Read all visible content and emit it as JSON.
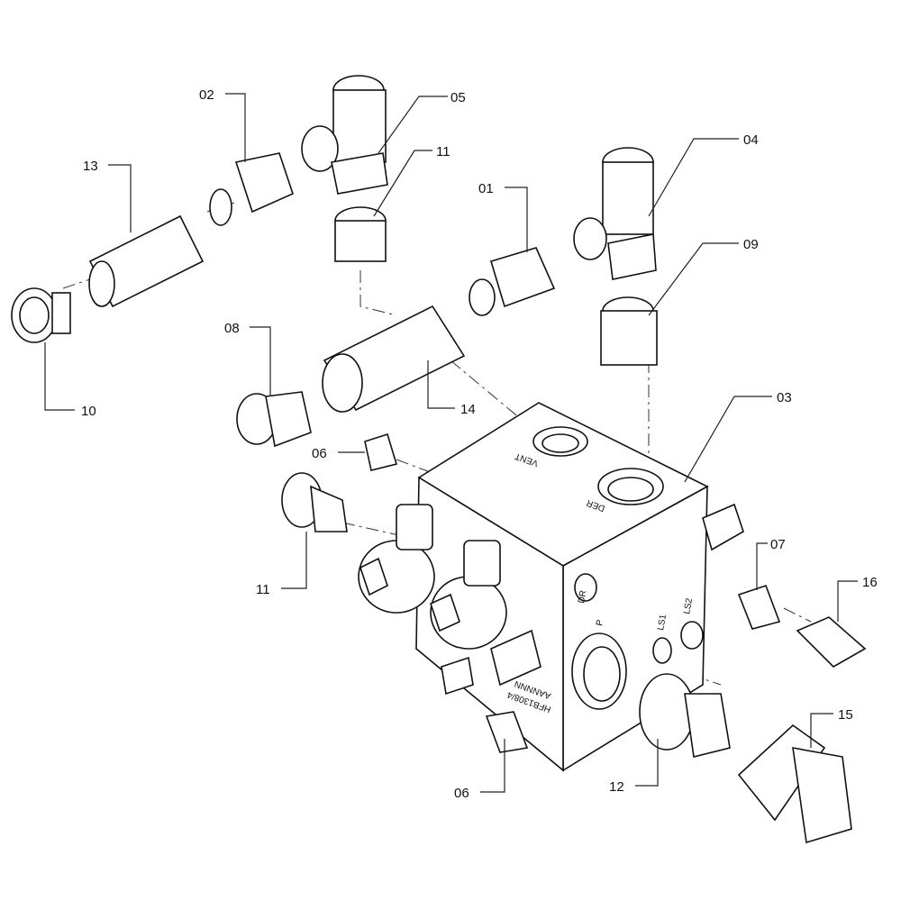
{
  "diagram": {
    "callouts": [
      {
        "id": "c02",
        "text": "02"
      },
      {
        "id": "c05",
        "text": "05"
      },
      {
        "id": "c13",
        "text": "13"
      },
      {
        "id": "c11a",
        "text": "11"
      },
      {
        "id": "c04",
        "text": "04"
      },
      {
        "id": "c01",
        "text": "01"
      },
      {
        "id": "c09",
        "text": "09"
      },
      {
        "id": "c10",
        "text": "10"
      },
      {
        "id": "c08",
        "text": "08"
      },
      {
        "id": "c14",
        "text": "14"
      },
      {
        "id": "c03",
        "text": "03"
      },
      {
        "id": "c06a",
        "text": "06"
      },
      {
        "id": "c11b",
        "text": "11"
      },
      {
        "id": "c07",
        "text": "07"
      },
      {
        "id": "c16",
        "text": "16"
      },
      {
        "id": "c15",
        "text": "15"
      },
      {
        "id": "c12",
        "text": "12"
      },
      {
        "id": "c06b",
        "text": "06"
      }
    ],
    "port_labels": {
      "vent": "VENT",
      "der": "DER",
      "dr": "DR",
      "p": "P",
      "ls1": "LS1",
      "ls2": "LS2",
      "part_no": "HFB1308/4",
      "code": "AANNNN"
    }
  }
}
